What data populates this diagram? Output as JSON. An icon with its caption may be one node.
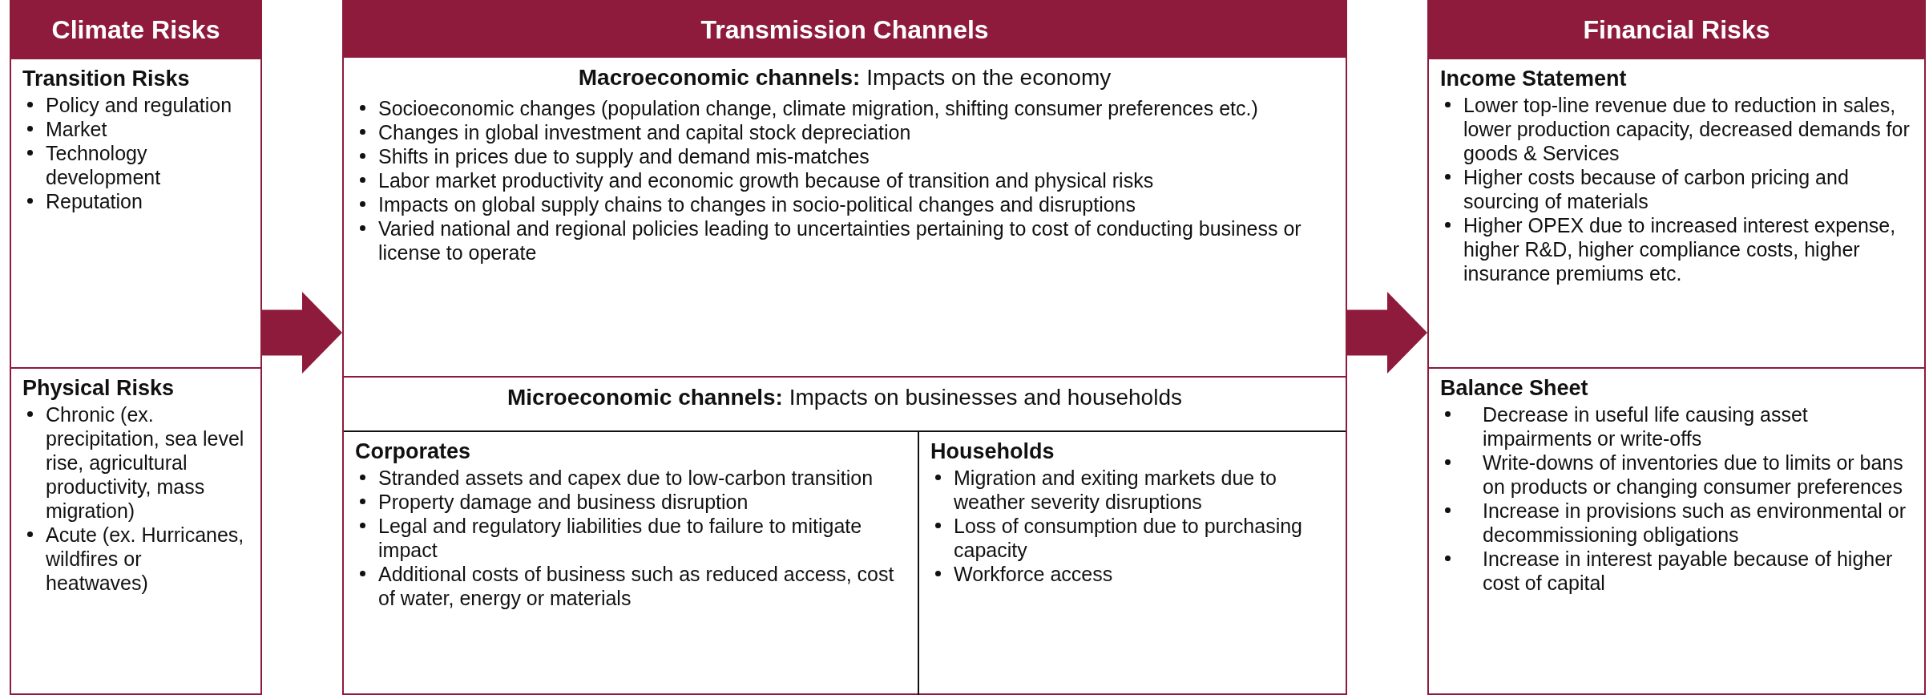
{
  "diagram": {
    "nodes": [
      {
        "text": [
          "Climate Risks"
        ]
      },
      {
        "text": [
          "Transition Risks",
          "Policy and regulation",
          "Market",
          "Technology development",
          "Reputation"
        ],
        "in": 0
      },
      {
        "text": [
          "Physical Risks",
          "Chronic (ex. precipitation, sea level rise, agricultural productivity, mass migration)",
          "Acute (ex. Hurricanes, wildfires or heatwaves)"
        ],
        "in": 0
      },
      {
        "text": [
          "Transmission Channels"
        ]
      },
      {
        "text": [
          "**Macroeconomic channels:** Impacts on the economy",
          "Socioeconomic changes (population change, climate migration, shifting consumer preferences etc.)",
          "Changes in global investment and capital stock depreciation",
          "Shifts in prices due to supply and demand mis-matches",
          "Labor market productivity and economic growth because of transition and physical risks",
          "Impacts on global supply chains to changes in socio-political changes and disruptions",
          "Varied national and regional policies leading to uncertainties pertaining to cost of conducting business or license to operate"
        ],
        "in": 3
      },
      {
        "text": [
          "**Microeconomic channels:** Impacts on businesses and households"
        ],
        "in": 3
      },
      {
        "text": [
          "Corporates",
          "Stranded assets and capex due to low-carbon transition",
          "Property damage and business disruption",
          "Legal and regulatory liabilities due to failure to mitigate impact",
          "Additional costs of business such as reduced access, cost of water, energy or materials"
        ],
        "in": 5
      },
      {
        "text": [
          "Households",
          "Migration and exiting markets due to weather severity disruptions",
          "Loss of consumption due to purchasing capacity",
          "Workforce access"
        ],
        "in": 5
      },
      {
        "text": [
          "Financial Risks"
        ]
      },
      {
        "text": [
          "Income Statement",
          "Lower top-line revenue due to reduction in sales, lower production capacity, decreased demands for goods & Services",
          "Higher costs because of carbon pricing and sourcing of materials",
          "Higher OPEX due to increased interest expense, higher R&D, higher compliance costs, higher insurance premiums etc."
        ],
        "in": 8
      },
      {
        "text": [
          "Balance Sheet",
          "Decrease in useful life causing asset impairments or write-offs",
          "Write-downs of inventories due to limits or bans on products or changing consumer preferences",
          "Increase in provisions such as environmental or decommissioning obligations",
          "Increase in interest payable because of higher cost of capital"
        ],
        "in": 8
      }
    ],
    "edges": [
      {
        "from": 0,
        "to": 3,
        "arrow": "to"
      },
      {
        "from": 3,
        "to": 8,
        "arrow": "to"
      }
    ]
  }
}
